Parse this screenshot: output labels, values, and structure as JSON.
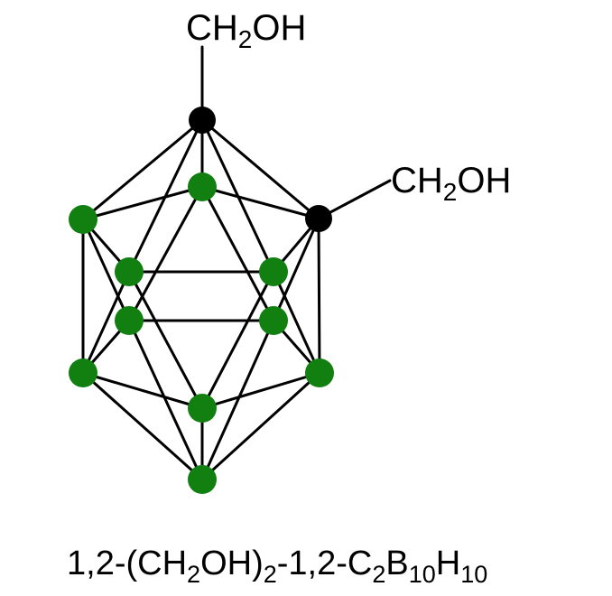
{
  "molecule": {
    "substituent_top": {
      "pre": "CH",
      "sub": "2",
      "post": "OH"
    },
    "substituent_right": {
      "pre": "CH",
      "sub": "2",
      "post": "OH"
    },
    "formula_parts": [
      {
        "t": "1,2-(CH",
        "sub": false
      },
      {
        "t": "2",
        "sub": true
      },
      {
        "t": "OH)",
        "sub": false
      },
      {
        "t": "2",
        "sub": true
      },
      {
        "t": "-1,2-C",
        "sub": false
      },
      {
        "t": "2",
        "sub": true
      },
      {
        "t": "B",
        "sub": false
      },
      {
        "t": "10",
        "sub": true
      },
      {
        "t": "H",
        "sub": false
      },
      {
        "t": "10",
        "sub": true
      }
    ]
  },
  "colors": {
    "carbon_atom": "#000000",
    "boron_atom": "#118011",
    "bond": "#000000"
  }
}
